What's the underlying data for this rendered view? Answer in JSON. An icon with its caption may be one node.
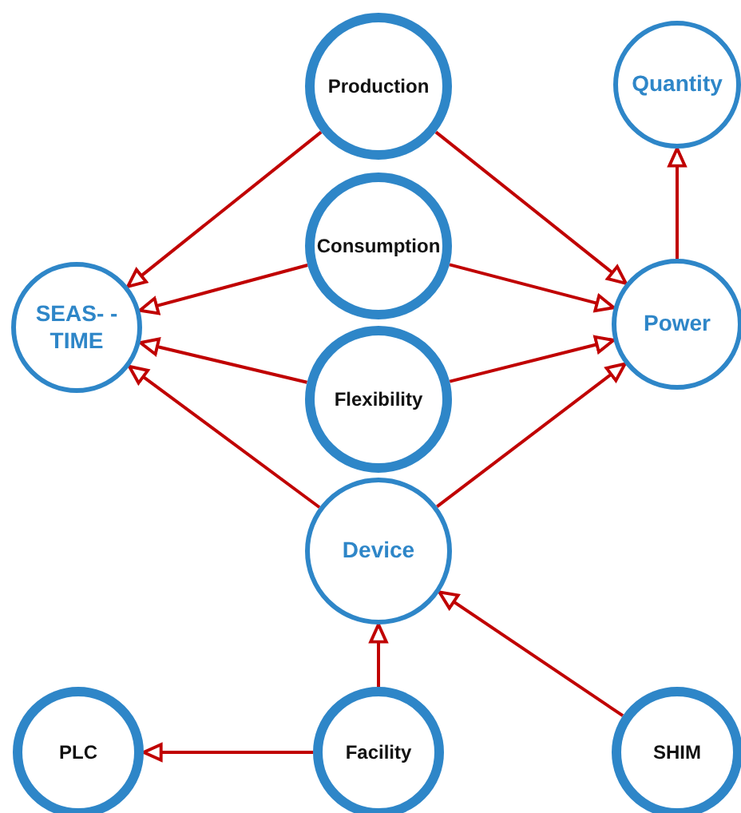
{
  "diagram": {
    "nodes": [
      {
        "text": [
          "Production"
        ]
      },
      {
        "text": [
          "Quantity"
        ]
      },
      {
        "text": [
          "SEAS- -TIME"
        ]
      },
      {
        "text": [
          "Consumption"
        ]
      },
      {
        "text": [
          "Power"
        ]
      },
      {
        "text": [
          "Flexibility"
        ]
      },
      {
        "text": [
          "Device"
        ]
      },
      {
        "text": [
          "PLC"
        ]
      },
      {
        "text": [
          "Facility"
        ]
      },
      {
        "text": [
          "SHIM"
        ]
      }
    ],
    "edges": [
      {
        "from": 0,
        "to": 2,
        "arrow": "to"
      },
      {
        "from": 0,
        "to": 4,
        "arrow": "to"
      },
      {
        "from": 4,
        "to": 1,
        "arrow": "to"
      },
      {
        "from": 3,
        "to": 2,
        "arrow": "to"
      },
      {
        "from": 3,
        "to": 4,
        "arrow": "to"
      },
      {
        "from": 5,
        "to": 2,
        "arrow": "to"
      },
      {
        "from": 5,
        "to": 4,
        "arrow": "to"
      },
      {
        "from": 6,
        "to": 2,
        "arrow": "to"
      },
      {
        "from": 6,
        "to": 4,
        "arrow": "to"
      },
      {
        "from": 8,
        "to": 6,
        "arrow": "to"
      },
      {
        "from": 9,
        "to": 6,
        "arrow": "to"
      },
      {
        "from": 8,
        "to": 7,
        "arrow": "to"
      }
    ]
  }
}
